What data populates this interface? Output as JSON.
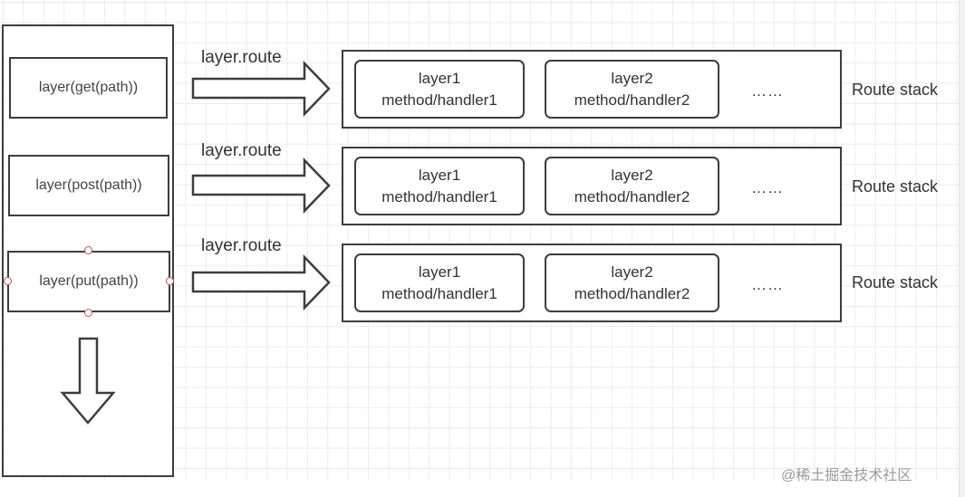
{
  "diagram": {
    "router_stack": {
      "layers": [
        {
          "label": "layer(get(path))",
          "selected": false
        },
        {
          "label": "layer(post(path))",
          "selected": false
        },
        {
          "label": "layer(put(path))",
          "selected": true
        }
      ],
      "flow_arrow": "down-arrow"
    },
    "arrow_label": "layer.route",
    "route_stacks": [
      {
        "layers": [
          {
            "name": "layer1",
            "detail": "method/handler1"
          },
          {
            "name": "layer2",
            "detail": "method/handler2"
          }
        ],
        "ellipsis": "……",
        "label": "Route stack"
      },
      {
        "layers": [
          {
            "name": "layer1",
            "detail": "method/handler1"
          },
          {
            "name": "layer2",
            "detail": "method/handler2"
          }
        ],
        "ellipsis": "……",
        "label": "Route stack"
      },
      {
        "layers": [
          {
            "name": "layer1",
            "detail": "method/handler1"
          },
          {
            "name": "layer2",
            "detail": "method/handler2"
          }
        ],
        "ellipsis": "……",
        "label": "Route stack"
      }
    ],
    "colors": {
      "stroke": "#3d3d3d",
      "grid": "#ececec",
      "selection_handle": "#b45a5a"
    }
  },
  "watermark": "@稀土掘金技术社区"
}
